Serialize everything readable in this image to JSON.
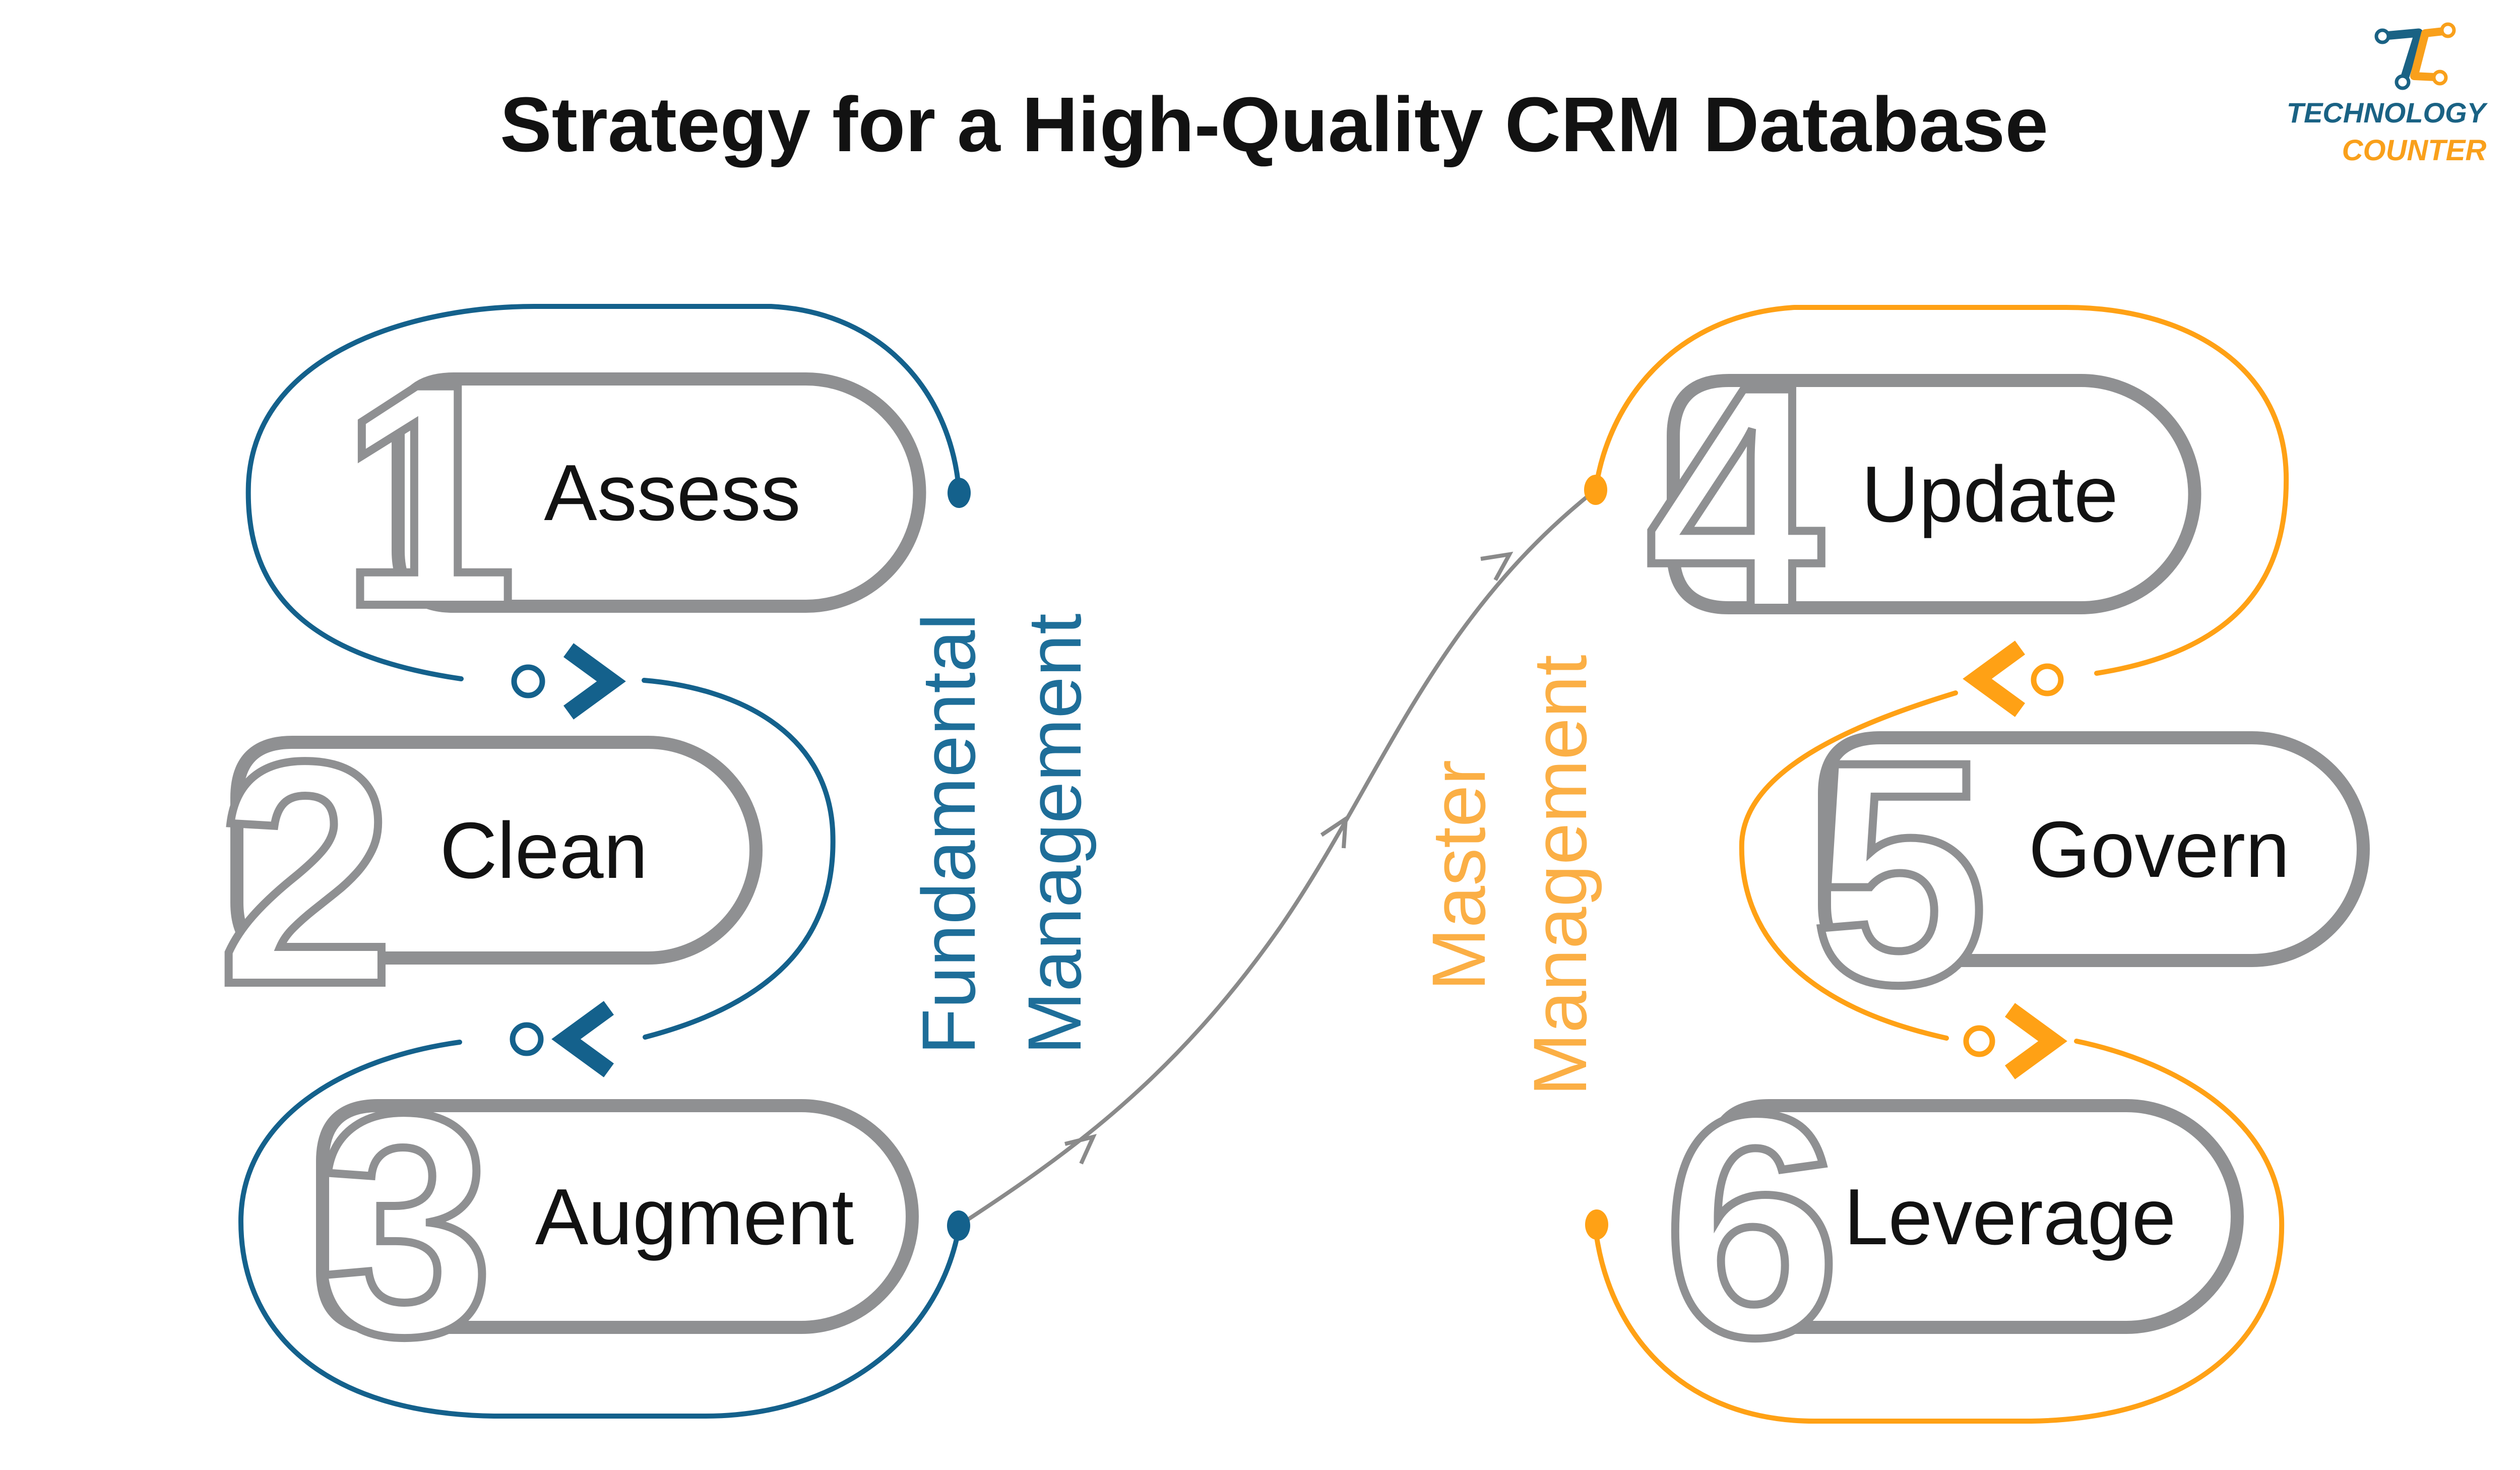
{
  "title": "Strategy for a High-Quality CRM Database",
  "logo": {
    "name_top": "TECHNOLOGY",
    "name_bottom": "COUNTER",
    "monogram": "tc-circuit-monogram"
  },
  "phases": {
    "fundamental": {
      "line1": "Fundamental",
      "line2": "Management"
    },
    "master": {
      "line1": "Master",
      "line2": "Management"
    }
  },
  "steps": [
    {
      "number": "1",
      "label": "Assess",
      "phase": "Fundamental Management"
    },
    {
      "number": "2",
      "label": "Clean",
      "phase": "Fundamental Management"
    },
    {
      "number": "3",
      "label": "Augment",
      "phase": "Fundamental Management"
    },
    {
      "number": "4",
      "label": "Update",
      "phase": "Master Management"
    },
    {
      "number": "5",
      "label": "Govern",
      "phase": "Master Management"
    },
    {
      "number": "6",
      "label": "Leverage",
      "phase": "Master Management"
    }
  ],
  "flow": {
    "from_step": "3",
    "to_step": "4",
    "shape": "curved-arrow"
  },
  "colors": {
    "accent_blue": "#14618C",
    "blue_text": "#1E6E99",
    "accent_orange": "#FFA115",
    "orange_text": "#FBAF45",
    "logo_blue": "#1A6284",
    "logo_orange": "#F9A01B",
    "pill_gray": "#8F9092",
    "arrow_gray": "#8A8A8A",
    "label_black": "#121212"
  }
}
